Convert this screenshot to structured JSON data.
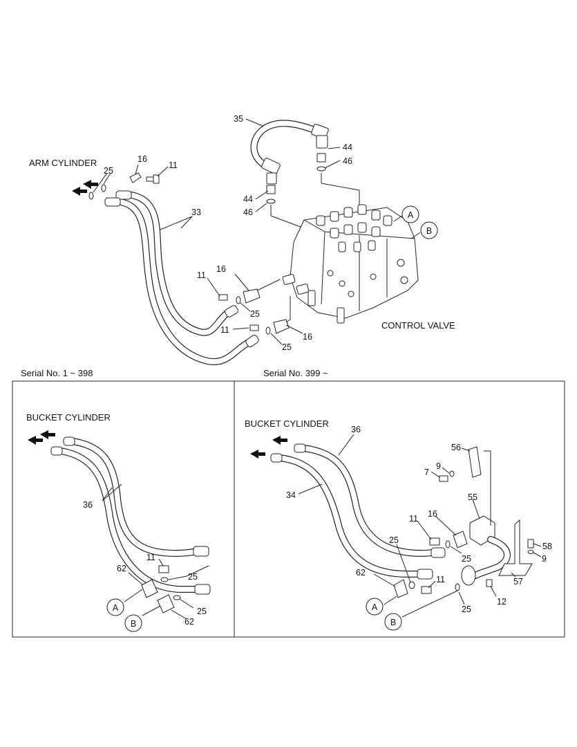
{
  "titles": {
    "arm_cylinder": "ARM CYLINDER",
    "control_valve": "CONTROL VALVE",
    "serial_left": "Serial No. 1 ~ 398",
    "serial_right": "Serial No. 399 ~",
    "bucket_cylinder_left": "BUCKET CYLINDER",
    "bucket_cylinder_right": "BUCKET CYLINDER"
  },
  "top_callouts": {
    "c35": "35",
    "c44a": "44",
    "c46a": "46",
    "c44b": "44",
    "c46b": "46",
    "c16a": "16",
    "c11a": "11",
    "c25a": "25",
    "c33": "33",
    "c11b": "11",
    "c16b": "16",
    "c25b": "25",
    "c11c": "11",
    "c25c": "25",
    "c16c": "16"
  },
  "left_callouts": {
    "c36": "36",
    "c11": "11",
    "c62a": "62",
    "c25a": "25",
    "c25b": "25",
    "c62b": "62"
  },
  "right_callouts": {
    "c36": "36",
    "c34": "34",
    "c56": "56",
    "c9a": "9",
    "c7": "7",
    "c55": "55",
    "c11": "11",
    "c16": "16",
    "c25a": "25",
    "c25b": "25",
    "c62": "62",
    "c11b": "11",
    "c58": "58",
    "c9b": "9",
    "c57": "57",
    "c12": "12",
    "c25c": "25"
  },
  "ports": {
    "top_a": "A",
    "top_b": "B",
    "left_a": "A",
    "left_b": "B",
    "right_a": "A",
    "right_b": "B"
  }
}
